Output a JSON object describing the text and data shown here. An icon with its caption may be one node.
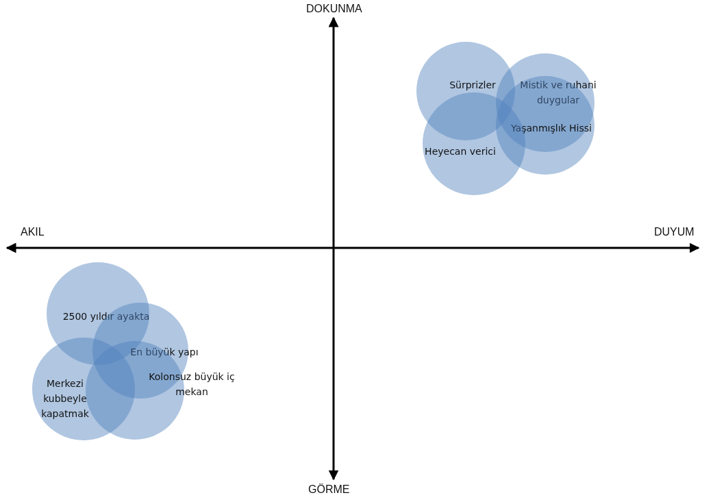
{
  "diagram": {
    "nodes": [
      {
        "text": [
          "Sürprizler"
        ]
      },
      {
        "text": [
          "Mistik ve ruhani duygular"
        ]
      },
      {
        "text": [
          "Yaşanmışlık Hissi"
        ]
      },
      {
        "text": [
          "Heyecan verici"
        ]
      },
      {
        "text": [
          "2500 yıldır ayakta"
        ]
      },
      {
        "text": [
          "En büyük yapı"
        ]
      },
      {
        "text": [
          "Merkezi kubbeyle kapatmak"
        ]
      },
      {
        "text": [
          "Kolonsuz büyük iç mekan"
        ]
      }
    ],
    "labels": [
      "DOKUNMA",
      "AKIL",
      "DUYUM",
      "GÖRME"
    ]
  }
}
